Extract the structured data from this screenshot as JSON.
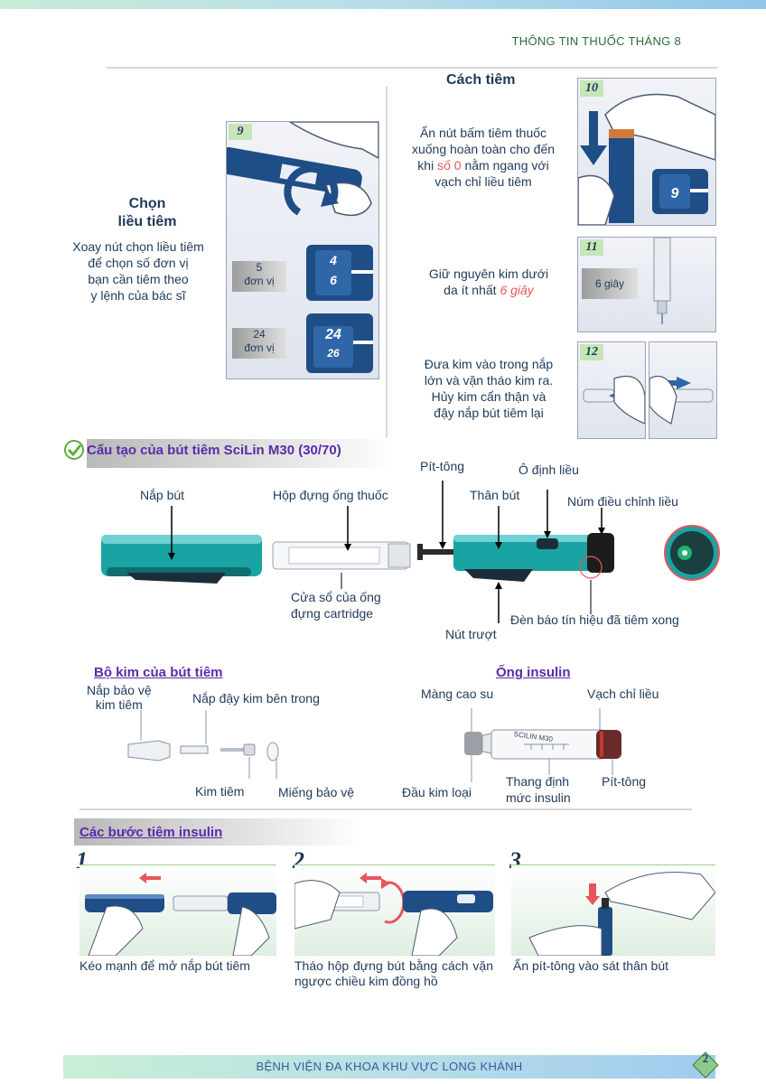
{
  "header": {
    "title": "THÔNG TIN THUỐC THÁNG 8"
  },
  "inject": {
    "title": "Cách tiêm",
    "step10": {
      "num": "10",
      "line1": "Ấn nút bấm tiêm thuốc",
      "line2": "xuống hoàn toàn cho đến",
      "line3_a": "khi ",
      "line3_red": "số 0",
      "line3_b": " nằm ngang với",
      "line4": "vạch chỉ liều tiêm"
    },
    "step11": {
      "num": "11",
      "line1": "Giữ nguyên kim dưới",
      "line2_a": "da ít nhất ",
      "line2_red": "6 giây",
      "tile": "6 giây"
    },
    "step12": {
      "num": "12",
      "line1": "Đưa kim vào trong nắp",
      "line2": "lớn và vặn tháo kim ra.",
      "line3": "Hủy kim cẩn thận và",
      "line4": "đậy nắp bút tiêm lại"
    }
  },
  "dose": {
    "title_line1": "Chọn",
    "title_line2": "liều tiêm",
    "desc1": "Xoay nút chọn liều tiêm",
    "desc2": "để chọn số đơn vị",
    "desc3": "bạn cần tiêm theo",
    "desc4": "y lệnh của bác sĩ",
    "step9": "9",
    "tile1_num": "5",
    "tile1_unit": "đơn vị",
    "tile2_num": "24",
    "tile2_unit": "đơn vị",
    "dial1_top": "4",
    "dial1_bottom": "6",
    "dial2_main": "24",
    "dial2_bottom": "26",
    "dial10": "9"
  },
  "pen": {
    "title": "Cấu tạo của bút tiêm SciLin M30 (30/70)",
    "cap": "Nắp bút",
    "cartridge_holder": "Hộp đựng ống thuốc",
    "piston": "Pít-tông",
    "dose_window": "Ô định liều",
    "body": "Thân bút",
    "dose_knob": "Núm điều chỉnh liều",
    "cartridge_window_1": "Cửa sổ của ống",
    "cartridge_window_2": "đựng cartridge",
    "end_signal": "Đèn báo tín hiệu đã tiêm xong",
    "slider": "Nút trượt"
  },
  "needle": {
    "title": "Bộ kim của bút tiêm",
    "outer_cap_1": "Nắp bảo vệ",
    "outer_cap_2": "kim tiêm",
    "inner_cap": "Nắp đậy kim bên trong",
    "needle": "Kim tiêm",
    "seal": "Miếng bảo vệ"
  },
  "insulin": {
    "title": "Ống insulin",
    "rubber": "Màng cao su",
    "dose_mark": "Vạch chỉ liều",
    "metal_tip": "Đầu kim loại",
    "scale_1": "Thang định",
    "scale_2": "mức insulin",
    "piston": "Pít-tông",
    "brand": "SCILIN M30"
  },
  "steps": {
    "title": "Các bước tiêm insulin",
    "s1": {
      "num": "1",
      "caption": "Kéo mạnh để mở nắp bút tiêm"
    },
    "s2": {
      "num": "2",
      "caption": "Tháo hộp đựng bút bằng cách vặn ngược chiều kim đồng hồ"
    },
    "s3": {
      "num": "3",
      "caption": "Ấn pít-tông vào sát thân bút"
    }
  },
  "footer": {
    "hospital": "BỆNH VIỆN ĐA KHOA KHU VỰC LONG KHÁNH",
    "page": "2"
  },
  "colors": {
    "pen_teal": "#1aa3a3",
    "accent_red": "#e8545c",
    "title_purple": "#5a2ca8",
    "text_navy": "#1e3a5a"
  }
}
